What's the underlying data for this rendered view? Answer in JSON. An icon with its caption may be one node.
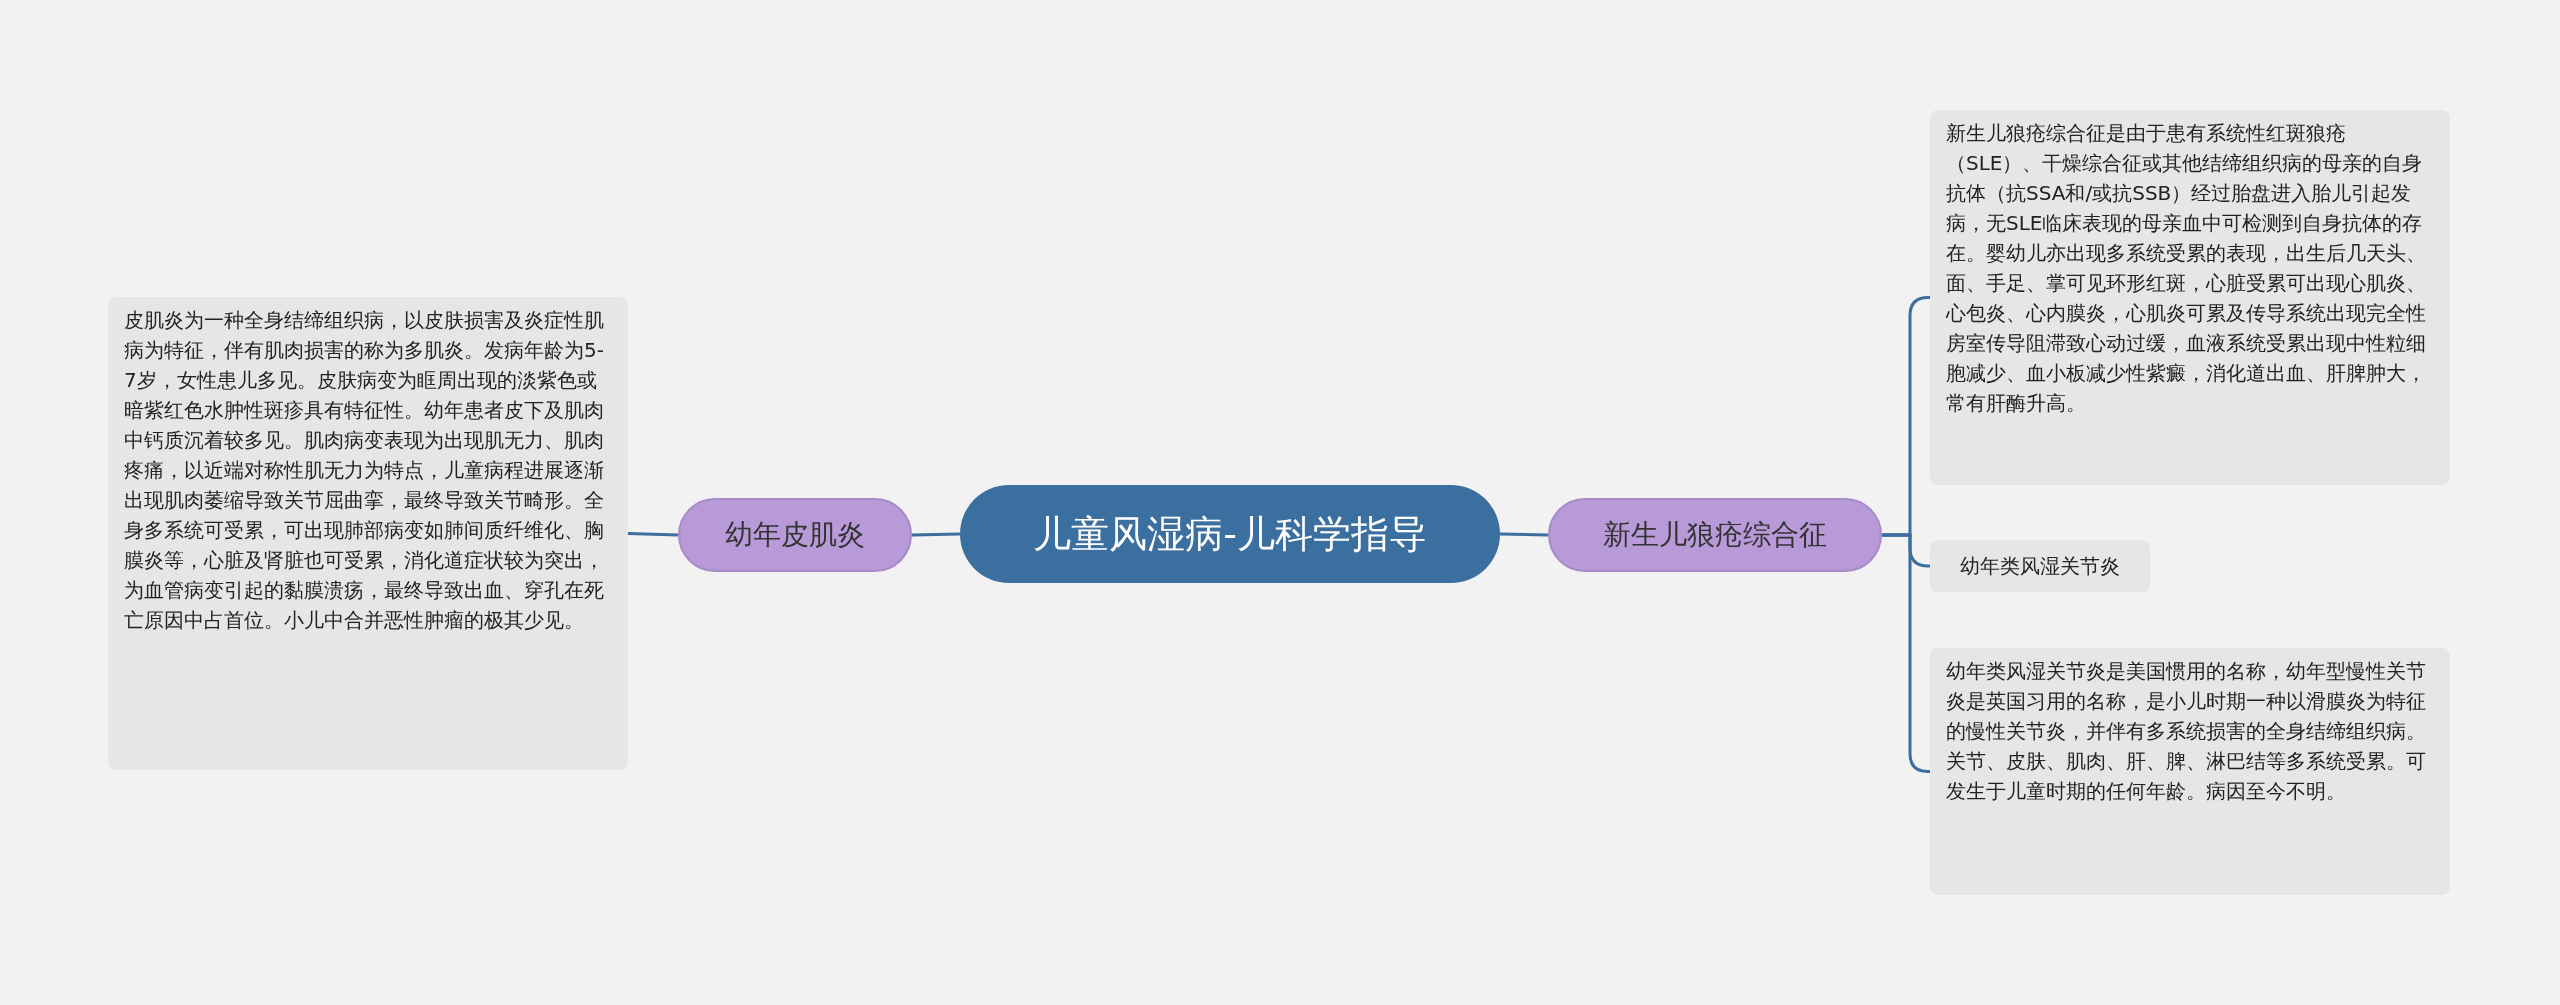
{
  "diagram": {
    "nodes": [
      {
        "text": [
          "儿童风湿病-儿科学指导"
        ]
      },
      {
        "text": [
          "幼年皮肌炎"
        ]
      },
      {
        "text": [
          "皮肌炎为一种全身结缔组织病，以皮肤损害及炎症性肌病为特征，伴有肌肉损害的称为多肌炎。发病年龄为5-7岁，女性患儿多见。皮肤病变为眶周出现的淡紫色或暗紫红色水肿性斑疹具有特征性。幼年患者皮下及肌肉中钙质沉着较多见。肌肉病变表现为出现肌无力、肌肉疼痛，以近端对称性肌无力为特点，儿童病程进展逐渐出现肌肉萎缩导致关节屈曲挛，最终导致关节畸形。全身多系统可受累，可出现肺部病变如肺间质纤维化、胸膜炎等，心脏及肾脏也可受累，消化道症状较为突出，为血管病变引起的黏膜溃疡，最终导致出血、穿孔在死亡原因中占首位。小儿中合并恶性肿瘤的极其少见。"
        ]
      },
      {
        "text": [
          "新生儿狼疮综合征"
        ]
      },
      {
        "text": [
          "新生儿狼疮综合征是由于患有系统性红斑狼疮（SLE）、干燥综合征或其他结缔组织病的母亲的自身抗体（抗SSA和/或抗SSB）经过胎盘进入胎儿引起发病，无SLE临床表现的母亲血中可检测到自身抗体的存在。婴幼儿亦出现多系统受累的表现，出生后几天头、面、手足、掌可见环形红斑，心脏受累可出现心肌炎、心包炎、心内膜炎，心肌炎可累及传导系统出现完全性房室传导阻滞致心动过缓，血液系统受累出现中性粒细胞减少、血小板减少性紫癜，消化道出血、肝脾肿大，常有肝酶升高。"
        ]
      },
      {
        "text": [
          "幼年类风湿关节炎"
        ]
      },
      {
        "text": [
          "幼年类风湿关节炎是美国惯用的名称，幼年型慢性关节炎是英国习用的名称，是小儿时期一种以滑膜炎为特征的慢性关节炎，并伴有多系统损害的全身结缔组织病。关节、皮肤、肌肉、肝、脾、淋巴结等多系统受累。可发生于儿童时期的任何年龄。病因至今不明。"
        ]
      }
    ],
    "edges": [
      {
        "from": 0,
        "to": 1,
        "arrow": "none"
      },
      {
        "from": 1,
        "to": 2,
        "arrow": "none"
      },
      {
        "from": 0,
        "to": 3,
        "arrow": "none"
      },
      {
        "from": 3,
        "to": 4,
        "arrow": "none"
      },
      {
        "from": 3,
        "to": 5,
        "arrow": "none"
      },
      {
        "from": 3,
        "to": 6,
        "arrow": "none"
      }
    ]
  }
}
